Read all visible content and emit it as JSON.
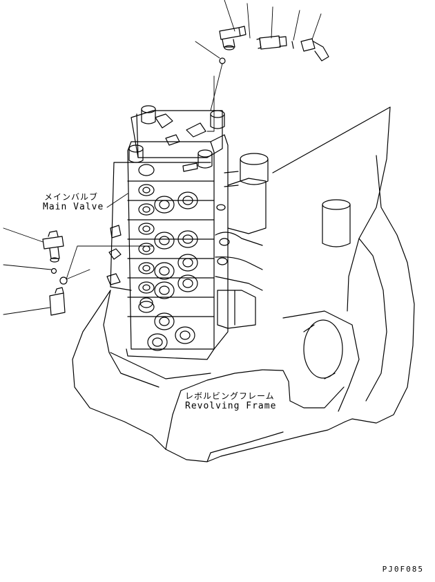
{
  "labels": {
    "main_valve_jp": "メインバルブ",
    "main_valve_en": "Main Valve",
    "frame_jp": "レボルビングフレーム",
    "frame_en": "Revolving Frame"
  },
  "drawing_code": "PJ0F085",
  "colors": {
    "line": "#000000",
    "background": "#ffffff"
  }
}
